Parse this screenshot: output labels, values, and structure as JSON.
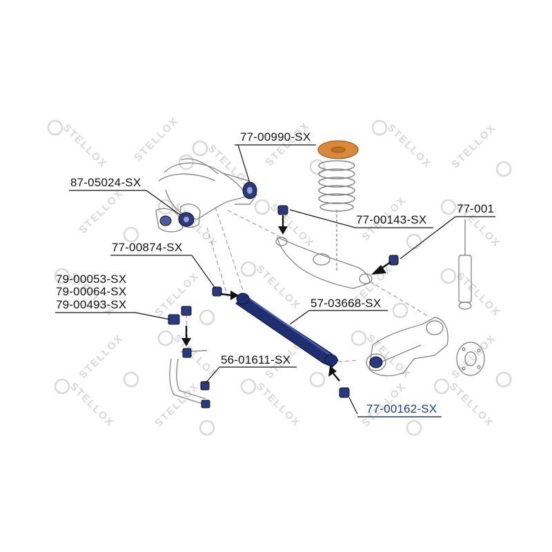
{
  "watermark": {
    "text": "STELLOX",
    "color": "#d9d9d9"
  },
  "colors": {
    "line": "#777777",
    "part_dark": "#1f2e6e",
    "part_mid": "#3d4f99",
    "callout_blue": "#1a3a8a",
    "spring_pad": "#d9893a",
    "outline": "#8a8a8a"
  },
  "parts": [
    {
      "number": "77-00990-SX",
      "highlight": false
    },
    {
      "number": "87-05024-SX",
      "highlight": false
    },
    {
      "number": "77-00143-SX",
      "highlight": false
    },
    {
      "number": "77-001",
      "highlight": false
    },
    {
      "number": "77-00874-SX",
      "highlight": false
    },
    {
      "number": "79-00053-SX",
      "highlight": false
    },
    {
      "number": "79-00064-SX",
      "highlight": false
    },
    {
      "number": "79-00493-SX",
      "highlight": false
    },
    {
      "number": "57-03668-SX",
      "highlight": false
    },
    {
      "number": "56-01611-SX",
      "highlight": false
    },
    {
      "number": "77-00162-SX",
      "highlight": true
    }
  ]
}
